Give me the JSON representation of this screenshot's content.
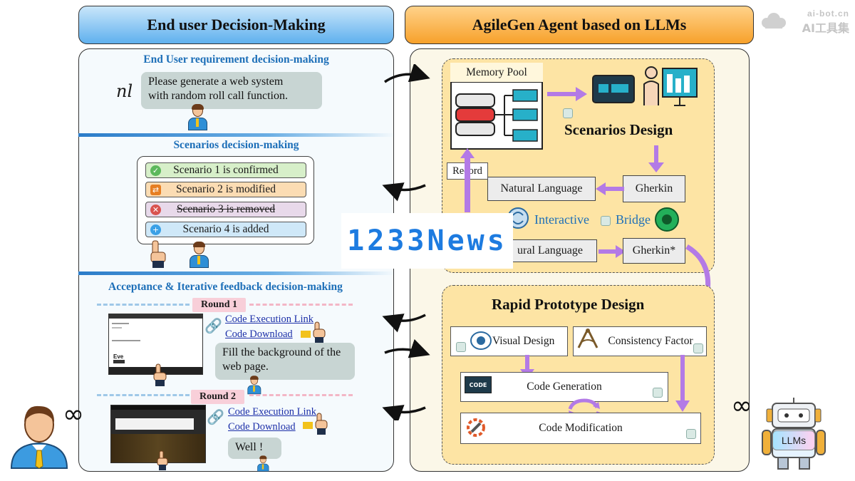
{
  "watermark": {
    "top": "ai-bot.cn",
    "bottom": "AI工具集"
  },
  "headers": {
    "left": "End user Decision-Making",
    "right": "AgileGen Agent based on LLMs"
  },
  "left": {
    "req_title": "End User requirement decision-making",
    "nl_symbol": "nl",
    "req_bubble_line1": "Please generate a web system",
    "req_bubble_line2": "with random roll call function.",
    "scen_title": "Scenarios decision-making",
    "scenarios": [
      {
        "label": "Scenario 1 is confirmed",
        "icon": "check-icon",
        "color": "#5cb85c"
      },
      {
        "label": "Scenario 2 is modified",
        "icon": "refresh-icon",
        "color": "#e67e22"
      },
      {
        "label": "Scenario 3 is removed",
        "icon": "cross-icon",
        "color": "#d9534f"
      },
      {
        "label": "Scenario 4 is added",
        "icon": "plus-icon",
        "color": "#3aa0e6"
      }
    ],
    "accept_title": "Acceptance & Iterative feedback decision-making",
    "round1": {
      "label": "Round 1",
      "link_exec": "Code Execution Link",
      "link_download": "Code Download",
      "feedback_line1": "Fill the background of the",
      "feedback_line2": "web page."
    },
    "round2": {
      "label": "Round 2",
      "link_exec": "Code Execution Link",
      "link_download": "Code Download",
      "feedback": "Well !"
    },
    "infinity": "∞"
  },
  "right": {
    "memory_pool": "Memory Pool",
    "scenarios_design": "Scenarios Design",
    "record": "Record",
    "natural_language": "Natural Language",
    "gherkin": "Gherkin",
    "interactive": "Interactive",
    "bridge": "Bridge",
    "natural_language_2": "ural Language",
    "gherkin_star": "Gherkin*",
    "rapid_prototype": "Rapid Prototype Design",
    "visual_design": "Visual Design",
    "consistency_factor": "Consistency Factor",
    "code_generation": "Code Generation",
    "code_modification": "Code Modification",
    "code_icon_text": "CODE",
    "robot_label": "LLMs",
    "infinity": "∞"
  },
  "overlay": {
    "news": "1233News"
  },
  "colors": {
    "blue_accent": "#1d6fb8",
    "orange_header": "#f7a12b",
    "purple_arrow": "#8e5bd6"
  }
}
